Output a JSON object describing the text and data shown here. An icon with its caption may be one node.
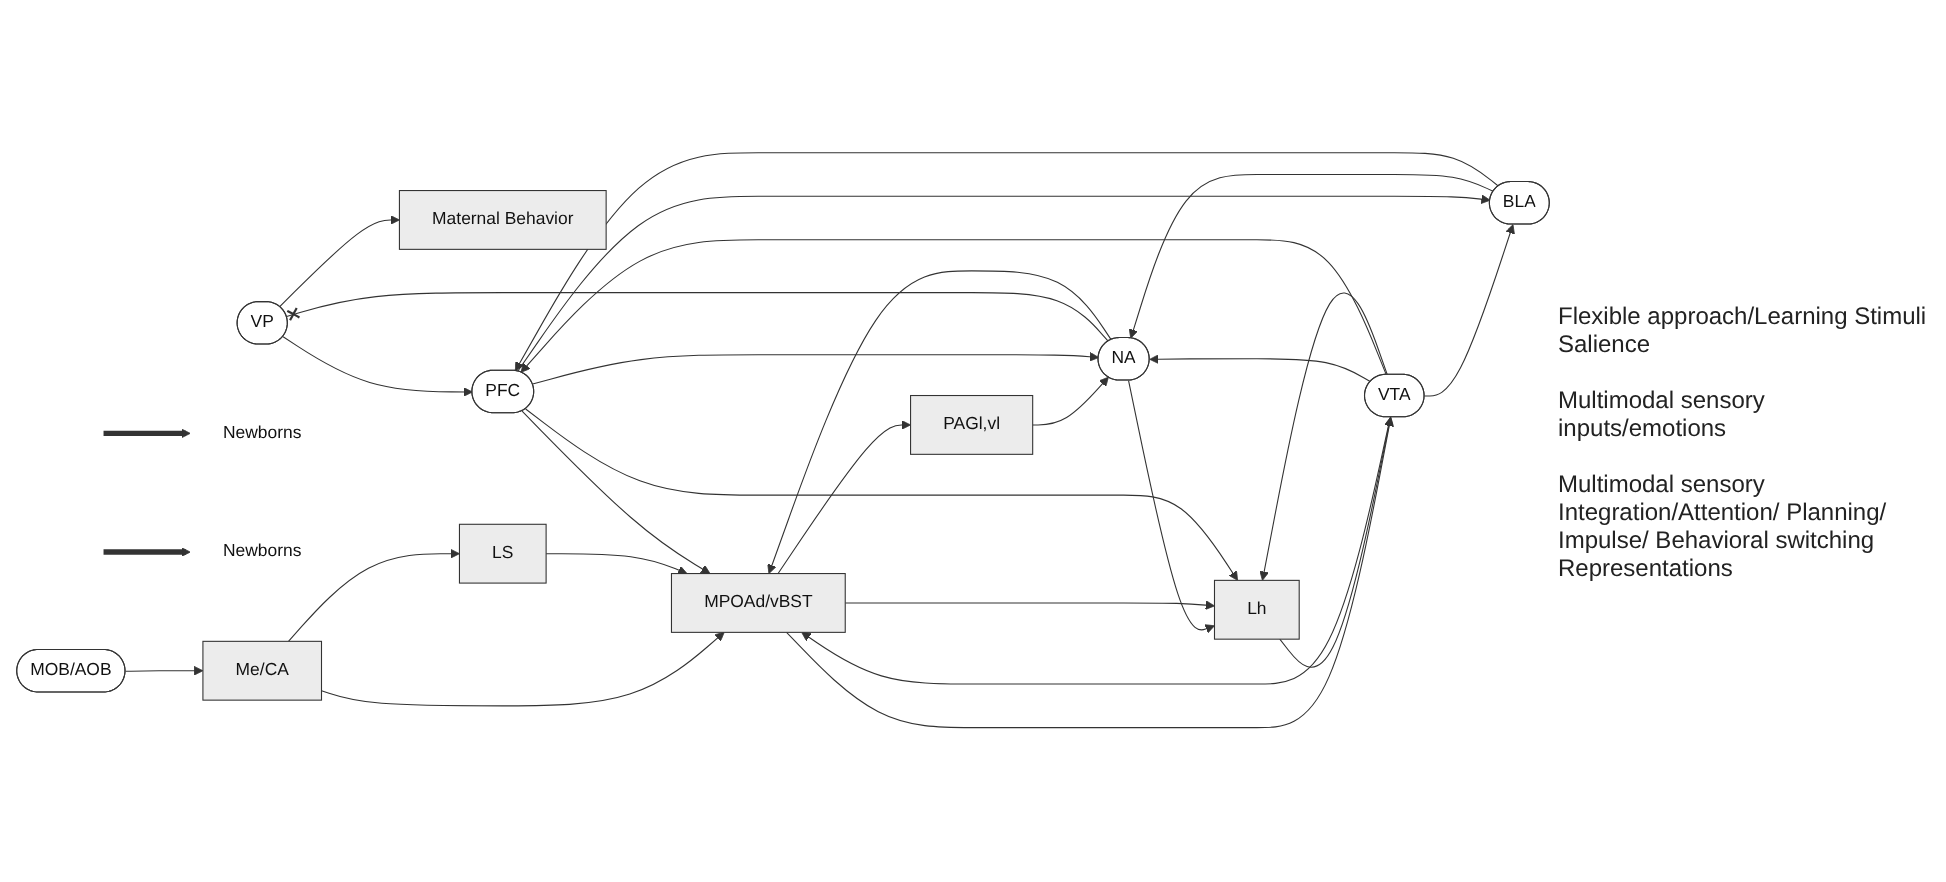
{
  "diagram": {
    "nodes": [
      {
        "text": [
          "Maternal Behavior"
        ]
      },
      {
        "text": [
          "VP"
        ]
      },
      {
        "text": [
          "Newborns"
        ]
      },
      {
        "text": [
          "PAGl,vl"
        ]
      },
      {
        "text": [
          "NA"
        ]
      },
      {
        "text": [
          "BLA"
        ]
      },
      {
        "text": [
          "Newborns"
        ]
      },
      {
        "text": [
          "MOB/AOB"
        ]
      },
      {
        "text": [
          "Me/CA"
        ]
      },
      {
        "text": [
          "LS"
        ]
      },
      {
        "text": [
          "MPOAd/vBST"
        ]
      },
      {
        "text": [
          "VTA"
        ]
      },
      {
        "text": [
          "PFC"
        ]
      },
      {
        "text": [
          "Lh"
        ]
      }
    ],
    "edges": [
      {
        "from": null,
        "to": 2,
        "arrow": "to",
        "style": "thick"
      },
      {
        "from": null,
        "to": 6,
        "arrow": "to",
        "style": "thick"
      },
      {
        "from": 1,
        "to": 0,
        "arrow": "to"
      },
      {
        "from": 4,
        "to": 1,
        "arrow": "other"
      },
      {
        "from": 1,
        "to": 12,
        "arrow": "to"
      },
      {
        "from": 3,
        "to": 4,
        "arrow": "to"
      },
      {
        "from": 5,
        "to": 4,
        "arrow": "to"
      },
      {
        "from": 4,
        "to": 10,
        "arrow": "to"
      },
      {
        "from": 4,
        "to": 13,
        "arrow": "to"
      },
      {
        "from": 7,
        "to": 8,
        "arrow": "to"
      },
      {
        "from": 8,
        "to": 9,
        "arrow": "to"
      },
      {
        "from": 8,
        "to": 10,
        "arrow": "to"
      },
      {
        "from": 9,
        "to": 10,
        "arrow": "to"
      },
      {
        "from": 10,
        "to": 3,
        "arrow": "to"
      },
      {
        "from": 10,
        "to": 11,
        "arrow": "to"
      },
      {
        "from": 11,
        "to": 10,
        "arrow": "to"
      },
      {
        "from": 12,
        "to": 10,
        "arrow": "to"
      },
      {
        "from": 10,
        "to": 13,
        "arrow": "to"
      },
      {
        "from": 11,
        "to": 4,
        "arrow": "to"
      },
      {
        "from": 12,
        "to": 4,
        "arrow": "to"
      },
      {
        "from": 11,
        "to": 5,
        "arrow": "to"
      },
      {
        "from": 12,
        "to": 5,
        "arrow": "to"
      },
      {
        "from": 5,
        "to": 12,
        "arrow": "to"
      },
      {
        "from": 11,
        "to": 12,
        "arrow": "to"
      },
      {
        "from": 11,
        "to": 13,
        "arrow": "to"
      },
      {
        "from": 13,
        "to": 11,
        "arrow": "to"
      },
      {
        "from": 12,
        "to": 13,
        "arrow": "to"
      }
    ],
    "labels": [
      "Flexible approach/Learning Stimuli Salience",
      "Multimodal sensory inputs/emotions",
      "Multimodal sensory Integration/Attention/ Planning/ Impulse/ Behavioral switching Representations"
    ]
  }
}
